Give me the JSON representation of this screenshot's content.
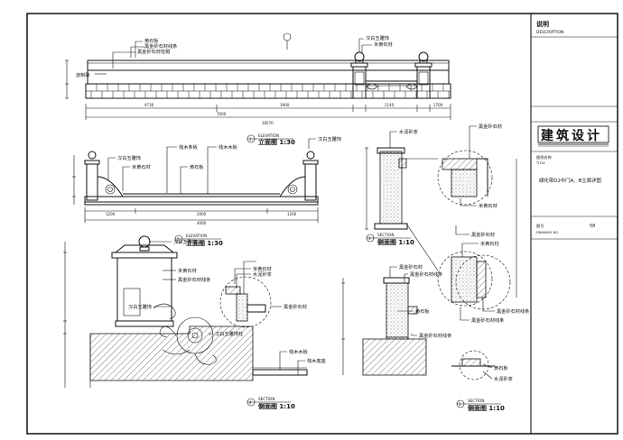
{
  "title_block": {
    "heading": "说明",
    "heading_en": "DESCRIPTION",
    "brand": "建筑设计",
    "title_label": "图纸名称",
    "title_label_en": "TITLE",
    "drawing_title": "绿化带D2中门A、B立面详图",
    "no_label": "图号",
    "no_label_en": "DRAWING NO.",
    "no_value": "58"
  },
  "view1": {
    "caption": "立面图 1:30",
    "caption_en": "ELEVATION",
    "marker": "1",
    "labels": [
      "黄石板",
      "黑金砂石材线条",
      "黑金砂石材柱帽",
      "汉白玉雕饰",
      "米黄石材",
      "烧制砖"
    ],
    "dims_top": [
      "9730",
      "1900",
      "2140",
      "7000",
      "1700"
    ],
    "dim_total": "18570"
  },
  "view2": {
    "caption": "立面图 1:30",
    "caption_en": "ELEVATION",
    "marker": "2",
    "labels": [
      "汉白玉雕饰",
      "米黄石材",
      "汉白玉雕饰",
      "栈木条板",
      "黄石板",
      "栈木木板"
    ],
    "dims": [
      "1200",
      "2000",
      "1200"
    ],
    "dim_total": "4000"
  },
  "view3": {
    "caption": "侧面图 1:10",
    "caption_en": "SECTION",
    "marker": "3",
    "labels": [
      "水泥砂浆",
      "黑金砂石材",
      "米黄石材",
      "黑金砂石材",
      "米黄石柱",
      "黑金砂石材线条"
    ]
  },
  "view4": {
    "caption": "侧面图 1:10",
    "caption_en": "SECTION",
    "marker": "4",
    "labels": [
      "汉白玉雕饰",
      "米黄石材",
      "黑金砂石材线条",
      "米黄石材",
      "水泥砂浆",
      "汉白玉雕饰",
      "黑金砂石材",
      "汉白玉雕饰柱",
      "栈木木板",
      "栈木底座"
    ]
  },
  "view5": {
    "caption": "侧面图 1:10",
    "caption_en": "SECTION",
    "marker": "5",
    "labels": [
      "黑金砂石材",
      "黑金砂石材线条",
      "黄石板",
      "黑金砂石材线条",
      "黑金砂石材线条",
      "黄石板",
      "水泥砂浆"
    ]
  }
}
